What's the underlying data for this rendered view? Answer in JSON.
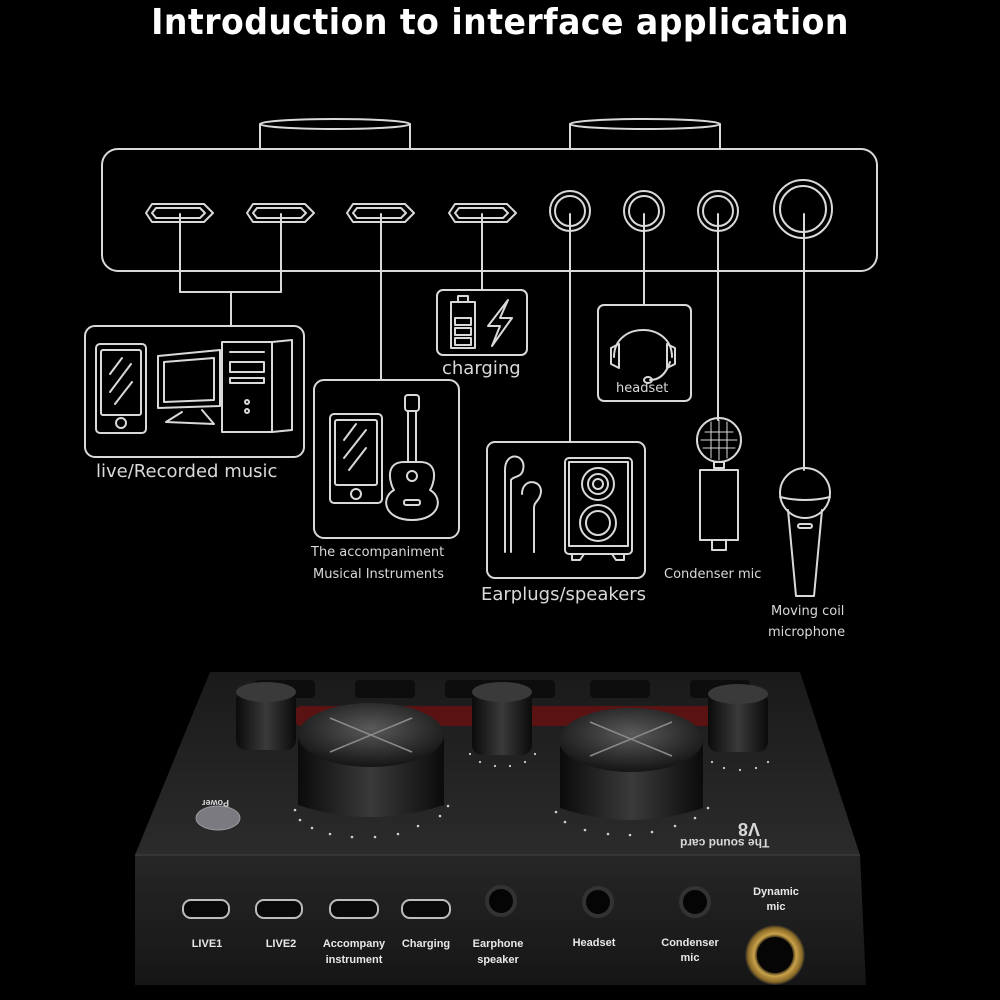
{
  "title": "Introduction to interface application",
  "diagram": {
    "ports": [
      {
        "type": "micro-usb",
        "label": "LIVE1"
      },
      {
        "type": "micro-usb",
        "label": "LIVE2"
      },
      {
        "type": "micro-usb",
        "label": "Accompany instrument"
      },
      {
        "type": "micro-usb",
        "label": "Charging"
      },
      {
        "type": "3.5mm-jack",
        "label": "Earphone speaker"
      },
      {
        "type": "3.5mm-jack",
        "label": "Headset"
      },
      {
        "type": "3.5mm-jack",
        "label": "Condenser mic"
      },
      {
        "type": "6.35mm-jack",
        "label": "Dynamic mic"
      }
    ],
    "callouts": {
      "live": "live/Recorded music",
      "accompaniment_line1": "The accompaniment",
      "accompaniment_line2": "Musical Instruments",
      "charging": "charging",
      "earplugs": "Earplugs/speakers",
      "headset": "headset",
      "condenser": "Condenser mic",
      "moving_coil_line1": "Moving coil",
      "moving_coil_line2": "microphone"
    },
    "icons": [
      "phone-icon",
      "computer-icon",
      "guitar-icon",
      "battery-icon",
      "lightning-icon",
      "earbuds-icon",
      "speaker-icon",
      "headset-icon",
      "condenser-mic-icon",
      "dynamic-mic-icon"
    ]
  },
  "device": {
    "model": "V8",
    "subtitle": "The sound card",
    "power_label": "Power",
    "port_labels": {
      "live1": "LIVE1",
      "live2": "LIVE2",
      "accompany_1": "Accompany",
      "accompany_2": "instrument",
      "charging": "Charging",
      "earphone_1": "Earphone",
      "earphone_2": "speaker",
      "headset": "Headset",
      "condenser_1": "Condenser",
      "condenser_2": "mic",
      "dynamic_1": "Dynamic",
      "dynamic_2": "mic"
    },
    "colors": {
      "body": "#1c1c1c",
      "accent_red": "#6b1515",
      "gold_jack": "#c9a24a"
    }
  }
}
